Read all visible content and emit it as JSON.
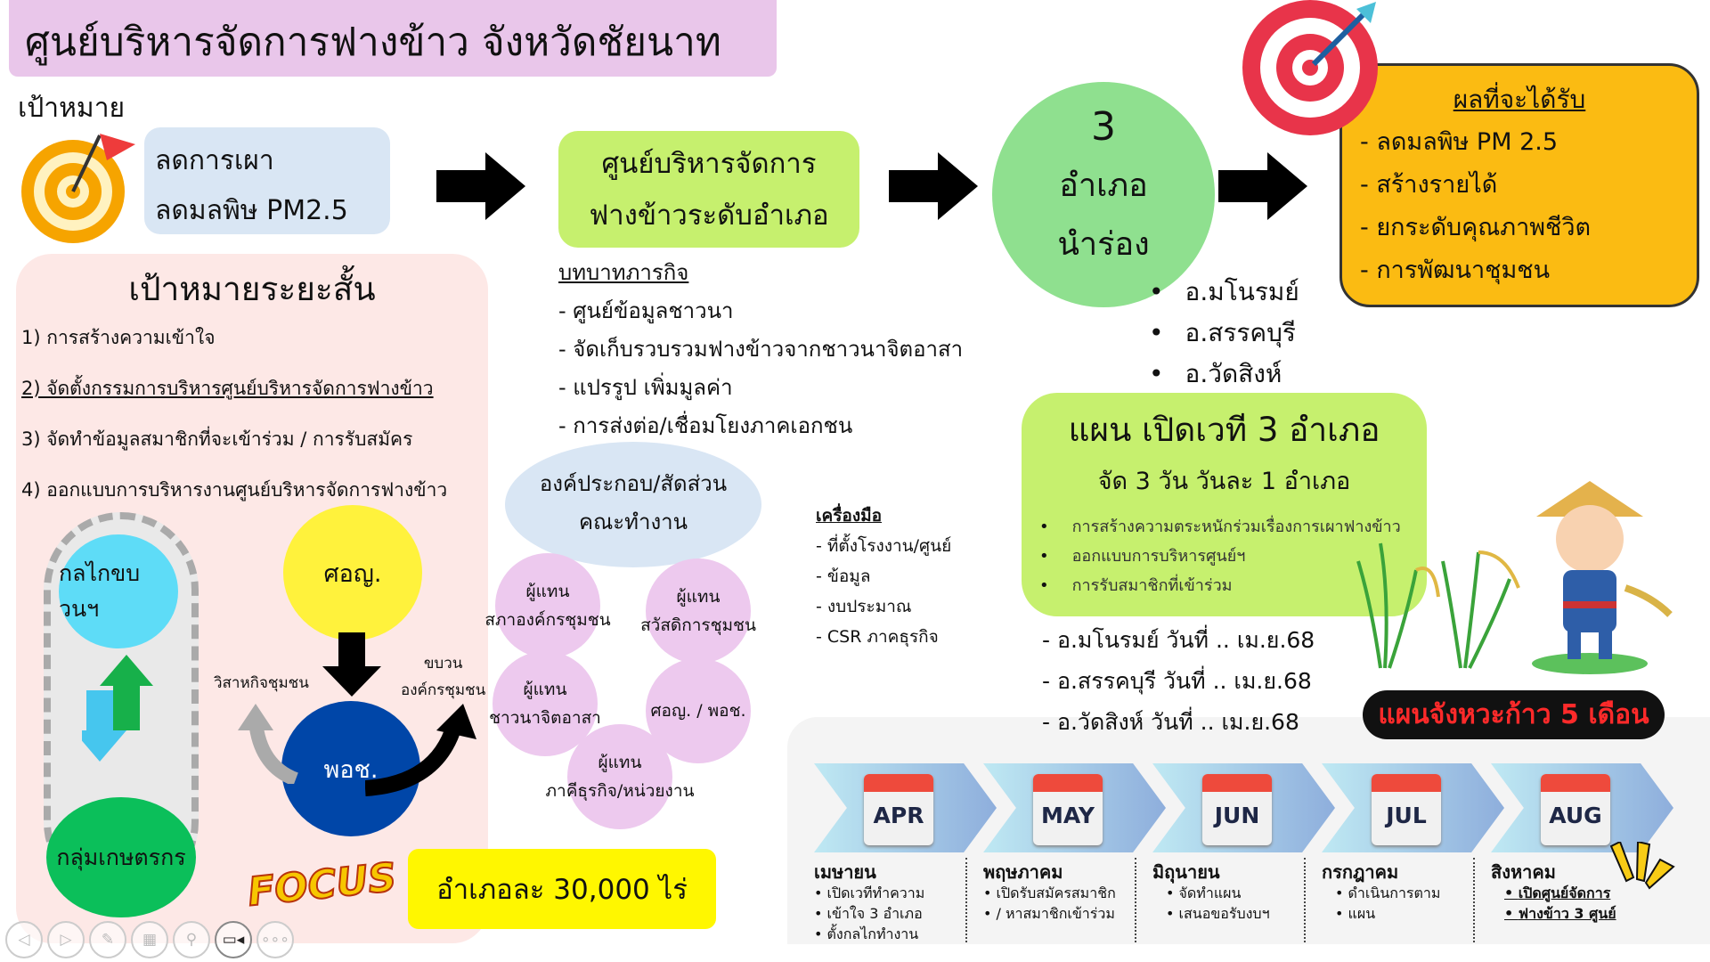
{
  "title": "ศูนย์บริหารจัดการฟางข้าว จังหวัดชัยนาท",
  "goal_label": "เป้าหมาย",
  "goal_box": [
    "ลดการเผา",
    "ลดมลพิษ PM2.5"
  ],
  "center_box": [
    "ศูนย์บริหารจัดการ",
    "ฟางข้าวระดับอำเภอ"
  ],
  "pilot": {
    "number": "3",
    "lines": [
      "อำเภอ",
      "นำร่อง"
    ],
    "districts": [
      "อ.มโนรมย์",
      "อ.สรรคบุรี",
      "อ.วัดสิงห์"
    ]
  },
  "outcomes": {
    "heading": "ผลที่จะได้รับ",
    "items": [
      "- ลดมลพิษ PM 2.5",
      "- สร้างรายได้",
      "- ยกระดับคุณภาพชีวิต",
      "- การพัฒนาชุมชน"
    ]
  },
  "short_term": {
    "heading": "เป้าหมายระยะสั้น",
    "items": [
      "1) การสร้างความเข้าใจ",
      "2) จัดตั้งกรรมการบริหารศูนย์บริหารจัดการฟางข้าว",
      "3) จัดทำข้อมูลสมาชิกที่จะเข้าร่วม / การรับสมัคร",
      "4) ออกแบบการบริหารงานศูนย์บริหารจัดการฟางข้าว"
    ]
  },
  "mission": {
    "heading": "บทบาทภารกิจ",
    "items": [
      "- ศูนย์ข้อมูลชาวนา",
      "- จัดเก็บรวบรวมฟางข้าวจากชาวนาจิตอาสา",
      "- แปรรูป เพิ่มมูลค่า",
      "- การส่งต่อ/เชื่อมโยงภาคเอกชน"
    ]
  },
  "committee": {
    "lines": [
      "องค์ประกอบ/สัดส่วน",
      "คณะทำงาน"
    ],
    "members": [
      [
        "ผู้แทน",
        "สภาองค์กรชุมชน"
      ],
      [
        "ผู้แทน",
        "สวัสดิการชุมชน"
      ],
      [
        "ผู้แทน",
        "ชาวนาจิตอาสา"
      ],
      [
        "ศอญ. / พอช."
      ],
      [
        "ผู้แทน",
        "ภาคีธุรกิจ/หน่วยงาน"
      ]
    ]
  },
  "tools": {
    "heading": "เครื่องมือ",
    "items": [
      "- ที่ตั้งโรงงาน/ศูนย์",
      "- ข้อมูล",
      "- งบประมาณ",
      "- CSR ภาคธุรกิจ"
    ]
  },
  "plan": {
    "heading": "แผน เปิดเวที 3 อำเภอ",
    "sub": "จัด 3 วัน วันละ 1 อำเภอ",
    "items": [
      "การสร้างความตระหนักร่วมเรื่องการเผาฟางข้าว",
      "ออกแบบการบริหารศูนย์ฯ",
      "การรับสมาชิกที่เข้าร่วม"
    ],
    "dates": [
      "- อ.มโนรมย์ วันที่ .. เม.ย.68",
      "- อ.สรรคบุรี วันที่ .. เม.ย.68",
      "- อ.วัดสิงห์ วันที่ .. เม.ย.68"
    ]
  },
  "mechanism": {
    "top": "กลไกขบวนฯ",
    "bottom": "กลุ่มเกษตรกร",
    "soy": "ศอญ.",
    "podc": "พอช.",
    "left_label": "วิสาหกิจชุมชน",
    "right_label": [
      "ขบวน",
      "องค์กรชุมชน"
    ]
  },
  "focus": {
    "word": "FOCUS",
    "text": "อำเภอละ 30,000 ไร่"
  },
  "timeline": {
    "banner": "แผนจังหวะก้าว 5 เดือน",
    "months": [
      {
        "abbr": "APR",
        "thai": "เมษายน",
        "items": [
          "เปิดเวทีทำความ",
          "  เข้าใจ 3 อำเภอ",
          "ตั้งกลไกทำงาน"
        ]
      },
      {
        "abbr": "MAY",
        "thai": "พฤษภาคม",
        "items": [
          "เปิดรับสมัครสมาชิก",
          "  / หาสมาชิกเข้าร่วม"
        ]
      },
      {
        "abbr": "JUN",
        "thai": "มิถุนายน",
        "items": [
          "จัดทำแผน",
          "เสนอขอรับงบฯ"
        ]
      },
      {
        "abbr": "JUL",
        "thai": "กรกฎาคม",
        "items": [
          "ดำเนินการตาม",
          "  แผน"
        ]
      },
      {
        "abbr": "AUG",
        "thai": "สิงหาคม",
        "items": [
          "เปิดศูนย์จัดการ",
          "  ฟางข้าว 3 ศูนย์"
        ]
      }
    ]
  },
  "toolbar": [
    "prev",
    "next",
    "pen",
    "slides",
    "zoom",
    "camera",
    "more"
  ]
}
